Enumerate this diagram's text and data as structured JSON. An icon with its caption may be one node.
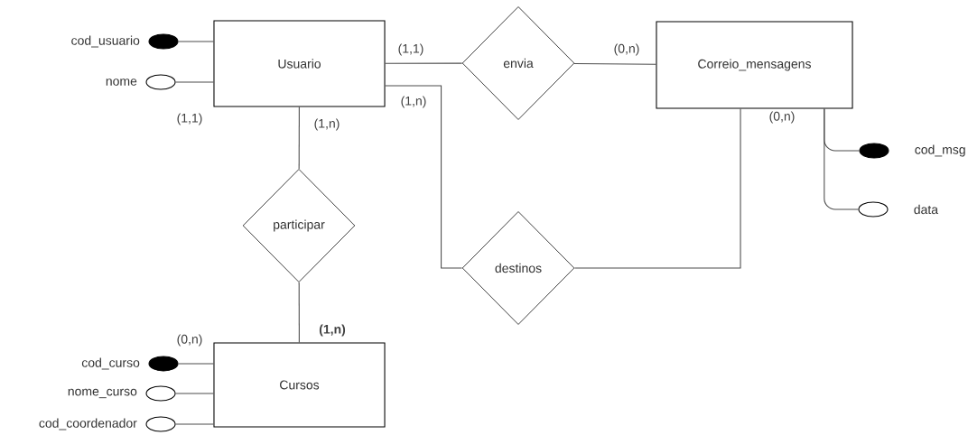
{
  "diagram": {
    "nodes": [
      {
        "text": [
          "Usuario"
        ]
      },
      {
        "text": [
          "envia"
        ]
      },
      {
        "text": [
          "Correio_mensagens"
        ]
      },
      {
        "text": [],
        "shape": "ellipse",
        "beside": [
          "cod_usuario"
        ]
      },
      {
        "text": [],
        "shape": "ellipse",
        "beside": [
          "nome"
        ]
      },
      {
        "text": [],
        "shape": "ellipse",
        "beside": [
          "cod_msg"
        ]
      },
      {
        "text": [],
        "shape": "ellipse",
        "beside": [
          "data"
        ]
      },
      {
        "text": [
          "participar"
        ]
      },
      {
        "text": [
          "destinos"
        ]
      },
      {
        "text": [
          "Cursos"
        ]
      },
      {
        "text": [],
        "shape": "ellipse",
        "beside": [
          "cod_curso"
        ]
      },
      {
        "text": [],
        "shape": "ellipse",
        "beside": [
          "nome_curso"
        ]
      },
      {
        "text": [],
        "shape": "ellipse",
        "beside": [
          "cod_coordenador"
        ]
      }
    ],
    "edges": [
      {
        "from": 0,
        "to": 1,
        "arrow": "none",
        "label": "(1,1)"
      },
      {
        "from": 1,
        "to": 2,
        "arrow": "none",
        "label": "(0,n)"
      },
      {
        "from": 0,
        "to": 7,
        "arrow": "none",
        "label": "(1,n)"
      },
      {
        "from": 7,
        "to": 9,
        "arrow": "none",
        "label": "(1,n)"
      },
      {
        "from": 0,
        "to": 8,
        "arrow": "none",
        "label": "(1,n)"
      },
      {
        "from": 2,
        "to": 8,
        "arrow": "none",
        "label": "(0,n)"
      },
      {
        "from": 0,
        "to": 3,
        "arrow": "none"
      },
      {
        "from": 0,
        "to": 4,
        "arrow": "none"
      },
      {
        "from": 2,
        "to": 5,
        "arrow": "none"
      },
      {
        "from": 2,
        "to": 6,
        "arrow": "none"
      },
      {
        "from": 9,
        "to": 10,
        "arrow": "none"
      },
      {
        "from": 9,
        "to": 11,
        "arrow": "none"
      },
      {
        "from": 9,
        "to": 12,
        "arrow": "none"
      }
    ],
    "labels": [
      "(1,1)",
      "(0,n)"
    ]
  }
}
